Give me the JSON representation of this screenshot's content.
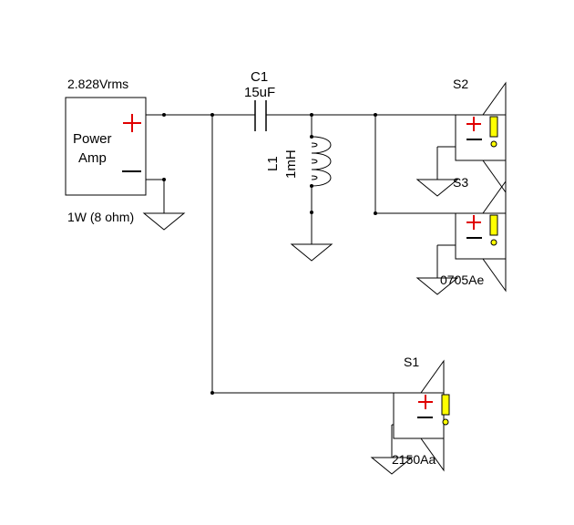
{
  "colors": {
    "wire": "#000000",
    "plus": "#e00000",
    "warning": "#ffff00",
    "background": "#ffffff"
  },
  "amp": {
    "voltage": "2.828Vrms",
    "name_line1": "Power",
    "name_line2": "Amp",
    "power_note": "1W (8 ohm)"
  },
  "c1": {
    "ref": "C1",
    "value": "15uF"
  },
  "l1": {
    "ref": "L1",
    "value": "1mH"
  },
  "speakers": {
    "s1": {
      "ref": "S1",
      "model": "2150Aa",
      "icons": [
        "plus-icon",
        "minus-icon",
        "warning-icon"
      ]
    },
    "s2": {
      "ref": "S2",
      "model": "",
      "icons": [
        "plus-icon",
        "minus-icon",
        "warning-icon"
      ]
    },
    "s3": {
      "ref": "S3",
      "model": "0705Ae",
      "icons": [
        "plus-icon",
        "minus-icon",
        "warning-icon"
      ]
    }
  },
  "ground_icon": "ground-icon"
}
